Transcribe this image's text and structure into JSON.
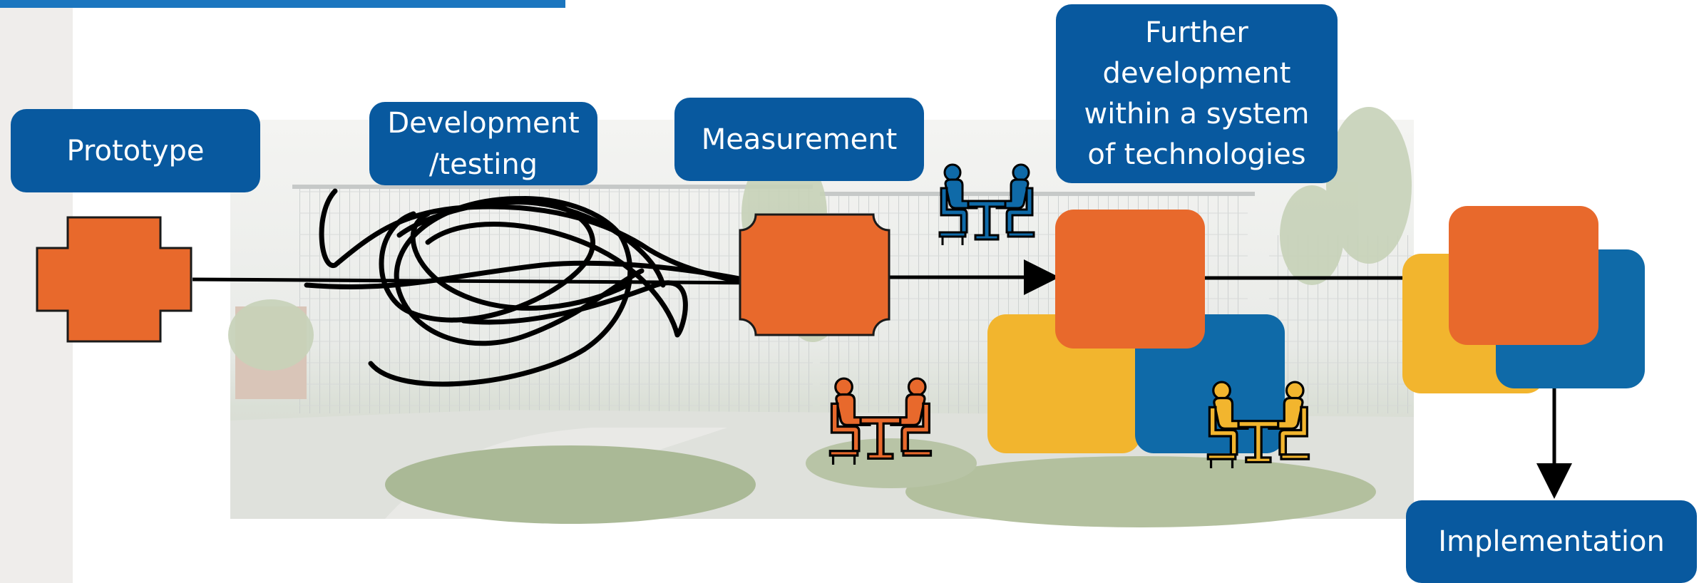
{
  "colors": {
    "label_bg": "#08599f",
    "label_text": "#ffffff",
    "orange": "#e8692c",
    "yellow": "#f2b52e",
    "blue": "#0f6aa8",
    "arrow": "#000000",
    "side_strip": "#efedeb",
    "top_bar": "#1b76bf"
  },
  "labels": {
    "prototype": "Prototype",
    "development": "Development\n/testing",
    "measurement": "Measurement",
    "further": "Further\ndevelopment\nwithin a system\nof technologies",
    "implementation": "Implementation"
  },
  "icons": {
    "prototype_shape": "plus-cross-shape",
    "measurement_shape": "notched-square-shape",
    "meeting_table": "people-at-table-icon",
    "scribble": "tangled-scribble",
    "background_photo": "building-with-trees-photo"
  }
}
